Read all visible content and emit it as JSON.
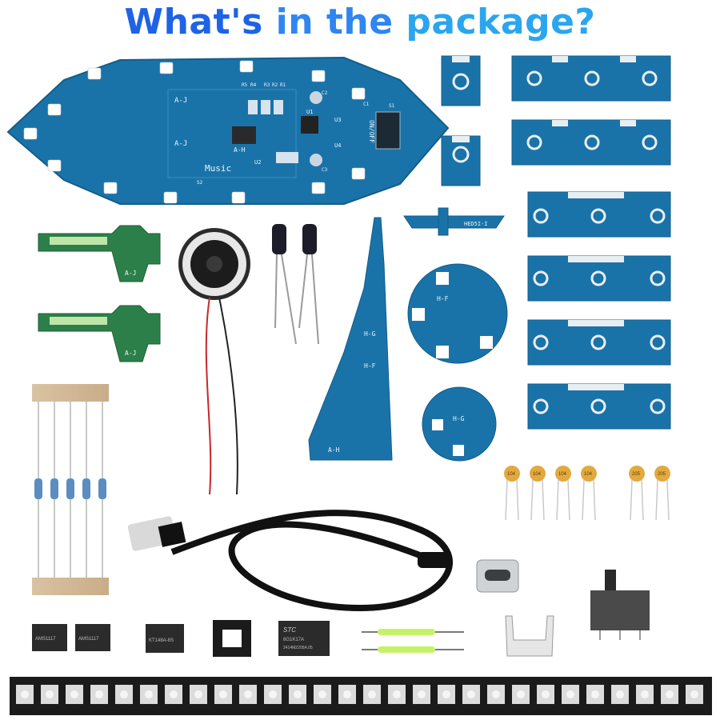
{
  "heading": {
    "part1": "What's",
    "part2": "in the",
    "part3": "package?"
  },
  "colors": {
    "pcb": "#1a73a8",
    "pcb_dark": "#135d8b",
    "pcb_green": "#2d7f4a",
    "title_blue": "#1e63e6",
    "title_cyan": "#2aa6ee"
  },
  "main_board": {
    "music_label": "Music",
    "onoff_label": "ON/OFF",
    "refs": [
      "A-J",
      "A-J",
      "A-H",
      "U1",
      "U2",
      "U3",
      "U4",
      "R5",
      "R4",
      "R3",
      "R2",
      "R1",
      "C1",
      "C2",
      "C3",
      "S1",
      "S2"
    ]
  },
  "small_boards": {
    "aj_label": "A-J",
    "hf_label": "H-F",
    "hg_label": "H-G",
    "ah_label": "A-H",
    "hi_label": "HED5I-I"
  },
  "chips": {
    "u1": "AMS1117",
    "u2": "AMS1117",
    "u3": "KT148A-8S",
    "u4_brand": "STC",
    "u4_part": "8G1K17A",
    "u4_code": "2414M2205A.05"
  },
  "ceramic_caps": [
    "104",
    "104",
    "104",
    "104",
    "205",
    "205"
  ]
}
